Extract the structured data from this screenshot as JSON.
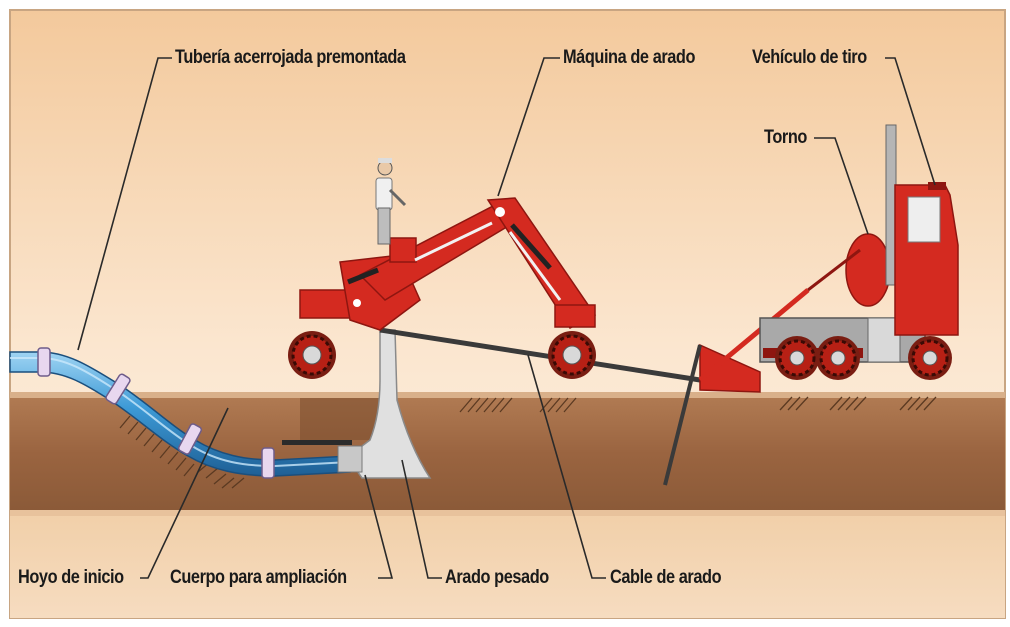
{
  "labels": {
    "tuberia": "Tubería acerrojada premontada",
    "maquina": "Máquina de arado",
    "vehiculo": "Vehículo de tiro",
    "torno": "Torno",
    "hoyo": "Hoyo de inicio",
    "cuerpo": "Cuerpo para ampliación",
    "arado": "Arado pesado",
    "cable": "Cable de arado"
  },
  "colors": {
    "machine_red": "#d42a20",
    "pipe_blue": "#2f8fd0",
    "soil_brown": "#9a6440",
    "plow_grey": "#d9d9d9"
  }
}
